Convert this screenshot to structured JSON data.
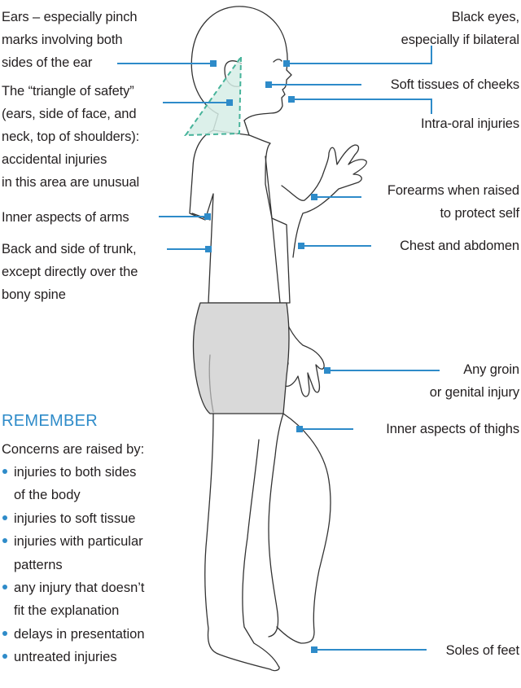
{
  "labels": {
    "ears": "Ears – especially pinch\nmarks involving both\nsides of the ear",
    "triangle": "The “triangle of safety”\n(ears, side of face, and\nneck, top of shoulders):\naccidental injuries\nin this area are unusual",
    "inner_arms": "Inner aspects of arms",
    "back_trunk": "Back and side of trunk,\nexcept directly over the\nbony spine",
    "black_eyes": "Black eyes,\nespecially if bilateral",
    "cheeks": "Soft tissues of cheeks",
    "intra_oral": "Intra-oral injuries",
    "forearms": "Forearms when raised\nto protect self",
    "chest": "Chest and abdomen",
    "groin": "Any groin\nor genital injury",
    "thighs": "Inner aspects of thighs",
    "soles": "Soles of feet"
  },
  "remember": {
    "title": "REMEMBER",
    "intro": "Concerns are raised by:",
    "items": [
      "injuries to both sides\nof the body",
      "injuries to soft tissue",
      "injuries with particular\npatterns",
      "any injury that doesn’t\nfit the explanation",
      "delays in presentation",
      "untreated injuries"
    ]
  },
  "colors": {
    "accent": "#2e8bc9",
    "triangle": "#46b39a",
    "triangle_fill": "#d6ede6",
    "shorts": "#d9d9d9",
    "outline": "#333333",
    "text": "#231f20"
  }
}
